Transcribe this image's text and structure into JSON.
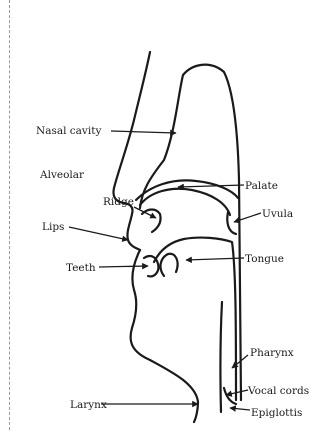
{
  "diagram": {
    "labels": {
      "nasal_cavity": "Nasal cavity",
      "alveolar": "Alveolar",
      "ridge": "Ridge",
      "lips": "Lips",
      "teeth": "Teeth",
      "larynx": "Larynx",
      "palate": "Palate",
      "uvula": "Uvula",
      "tongue": "Tongue",
      "pharynx": "Pharynx",
      "vocal_cords": "Vocal cords",
      "epiglottis": "Epiglottis"
    }
  }
}
